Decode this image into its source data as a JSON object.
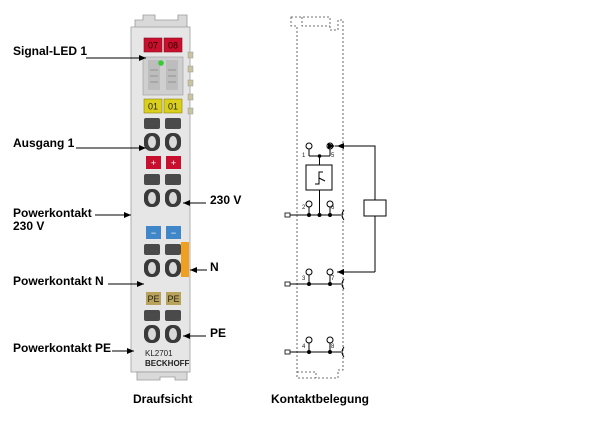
{
  "labels": {
    "signal_led": "Signal-LED 1",
    "ausgang": "Ausgang 1",
    "powerkontakt_230_line1": "Powerkontakt",
    "powerkontakt_230_line2": "230 V",
    "powerkontakt_n": "Powerkontakt N",
    "powerkontakt_pe": "Powerkontakt PE",
    "v230": "230 V",
    "n": "N",
    "pe": "PE"
  },
  "captions": {
    "draufsicht": "Draufsicht",
    "kontaktbelegung": "Kontaktbelegung"
  },
  "terminal": {
    "led_top_left": "07",
    "led_top_right": "08",
    "led_mid_left": "01",
    "led_mid_right": "01",
    "plus_left": "+",
    "plus_right": "+",
    "minus_left": "−",
    "minus_right": "−",
    "pe_left": "PE",
    "pe_right": "PE",
    "model": "KL2701",
    "brand": "BECKHOFF"
  },
  "contacts": {
    "c1": "1",
    "c2": "2",
    "c3": "3",
    "c4": "4",
    "c5": "5",
    "c6": "6",
    "c7": "7",
    "c8": "8"
  },
  "colors": {
    "led_red": "#c8102e",
    "led_yellow": "#d9cf1c",
    "minus_blue": "#3f87c8",
    "pe_olive": "#b9a35a",
    "orange_tab": "#f0a020"
  }
}
